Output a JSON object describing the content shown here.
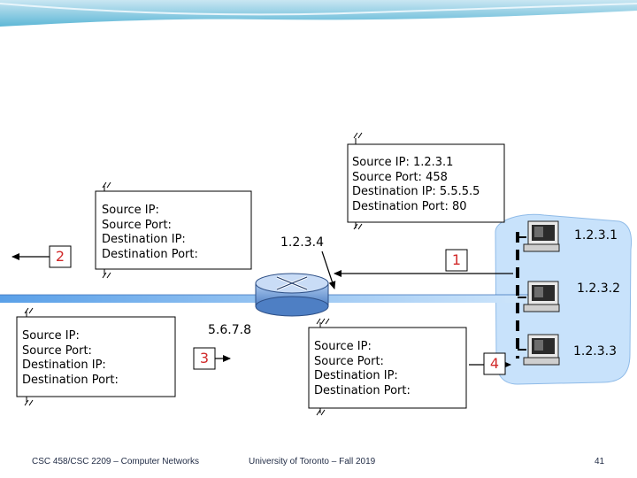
{
  "header": {
    "band_color": "#5db7d6"
  },
  "boxes": {
    "top_right": {
      "source_ip": "Source IP: 1.2.3.1",
      "source_port": "Source Port: 458",
      "dest_ip": "Destination IP: 5.5.5.5",
      "dest_port": "Destination Port: 80"
    },
    "left_upper": {
      "source_ip": "Source IP:",
      "source_port": "Source Port:",
      "dest_ip": "Destination IP:",
      "dest_port": "Destination Port:"
    },
    "left_lower": {
      "source_ip": "Source IP:",
      "source_port": "Source Port:",
      "dest_ip": "Destination IP:",
      "dest_port": "Destination Port:"
    },
    "center_lower": {
      "source_ip": "Source IP:",
      "source_port": "Source Port:",
      "dest_ip": "Destination IP:",
      "dest_port": "Destination Port:"
    }
  },
  "addresses": {
    "router_inside": "1.2.3.4",
    "router_outside": "5.6.7.8",
    "host1": "1.2.3.1",
    "host2": "1.2.3.2",
    "host3": "1.2.3.3"
  },
  "steps": {
    "s1": "1",
    "s2": "2",
    "s3": "3",
    "s4": "4"
  },
  "footer": {
    "course": "CSC 458/CSC 2209 – Computer Networks",
    "university": "University of Toronto – Fall 2019",
    "page": "41"
  },
  "colors": {
    "step_color": "#d12a2a",
    "lan_color": "#9fc8f0",
    "router_color": "#6f9fd8"
  }
}
